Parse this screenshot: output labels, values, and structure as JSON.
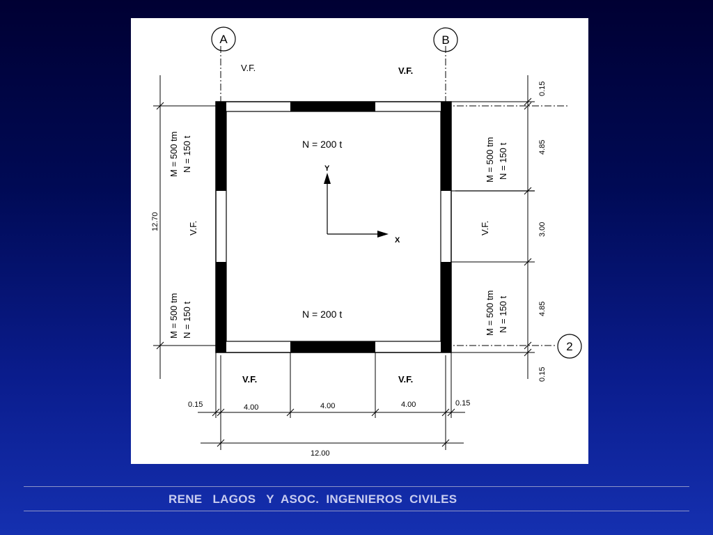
{
  "axes": {
    "a": "A",
    "b": "B",
    "two": "2"
  },
  "labels": {
    "vf": "V.F.",
    "moment_left_top": "M = 500 tm",
    "axial_left_top": "N = 150 t",
    "moment_left_bottom": "M = 500 tm",
    "axial_left_bottom": "N = 150 t",
    "moment_right_top": "M = 500 tm",
    "axial_right_top": "N = 150 t",
    "moment_right_bottom": "M = 500 tm",
    "axial_right_bottom": "N = 150 t",
    "axial_top": "N = 200 t",
    "axial_bottom": "N = 200 t",
    "axis_y": "Y",
    "axis_x": "X"
  },
  "dimensions": {
    "left_total": "12.70",
    "right_top_edge": "0.15",
    "right_top_segment": "4.85",
    "right_middle_segment": "3.00",
    "right_bottom_segment": "4.85",
    "right_bottom_edge": "0.15",
    "bottom_left_edge": "0.15",
    "bottom_seg_1": "4.00",
    "bottom_seg_2": "4.00",
    "bottom_seg_3": "4.00",
    "bottom_right_edge": "0.15",
    "bottom_total": "12.00"
  },
  "footer": {
    "text": "RENE   LAGOS   Y  ASOC.  INGENIEROS  CIVILES"
  },
  "colors": {
    "background_top": "#000033",
    "background_bottom": "#1530b0",
    "panel": "#ffffff",
    "footer_text": "#c9cdf0",
    "rule": "#8d95c8"
  }
}
